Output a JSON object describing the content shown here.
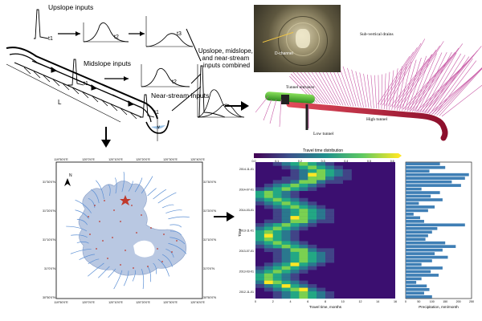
{
  "conceptual": {
    "upslope_label": "Upslope inputs",
    "midslope_label": "Midslope inputs",
    "nearstream_label": "Near-stream inputs",
    "combined_label": "Upslope, midslope, and near-stream inputs combined",
    "t1": "t1",
    "t2": "t2",
    "t3": "t3",
    "length_label": "L",
    "stream_label": "v"
  },
  "tunnel_3d": {
    "tunnel_entrance": "Tunnel entrance",
    "sub_vertical_drains": "Sub-vertical drains",
    "high_tunnel": "High tunnel",
    "low_tunnel": "Low tunnel",
    "photo_label": "D-channel",
    "colors": {
      "drains": "#c85aa6",
      "entrance": "#4caf2f",
      "tunnel": "#b0163a"
    }
  },
  "map": {
    "top_ticks": [
      "119°50'0\"E",
      "120°0'0\"E",
      "120°10'0\"E",
      "120°20'0\"E",
      "120°30'0\"E",
      "120°40'0\"E"
    ],
    "bottom_ticks": [
      "119°50'0\"E",
      "120°0'0\"E",
      "120°10'0\"E",
      "120°20'0\"E",
      "120°30'0\"E",
      "120°40'0\"E"
    ],
    "left_ticks": [
      "31°30'0\"N",
      "31°20'0\"N",
      "31°10'0\"N",
      "31°0'0\"N",
      "30°50'0\"N"
    ],
    "right_ticks": [
      "31°30'0\"N",
      "31°20'0\"N",
      "31°10'0\"N",
      "31°0'0\"N",
      "30°50'0\"N"
    ],
    "north_label": "N",
    "colors": {
      "lake": "#b9c8e2",
      "rivers": "#5b8fd4",
      "points": "#c0392b"
    }
  },
  "chart_data": {
    "type": "heatmap",
    "title": "Travel time distribution",
    "colorbar_ticks": [
      "0.0",
      "0.1",
      "0.2",
      "0.3",
      "0.4",
      "0.5",
      "0.6"
    ],
    "xlabel": "Travel time, months",
    "x_ticks": [
      "0",
      "2",
      "4",
      "6",
      "8",
      "10",
      "12",
      "14",
      "16"
    ],
    "ylabel": "Time",
    "y_ticks": [
      "2014-11-01",
      "2014-07-01",
      "2014-03-01",
      "2013-11-01",
      "2013-07-01",
      "2013-03-01",
      "2012-11-01"
    ],
    "side_xlabel": "Precipitation, mm/month",
    "side_x_ticks": [
      "0",
      "50",
      "100",
      "150",
      "200",
      "250"
    ],
    "side_xlim": [
      0,
      250
    ],
    "precipitation": [
      130,
      150,
      90,
      240,
      225,
      175,
      210,
      60,
      130,
      95,
      140,
      50,
      110,
      85,
      30,
      55,
      70,
      225,
      120,
      100,
      85,
      75,
      150,
      190,
      140,
      110,
      160,
      100,
      60,
      140,
      95,
      125,
      60,
      40,
      80,
      90,
      70,
      100
    ]
  }
}
